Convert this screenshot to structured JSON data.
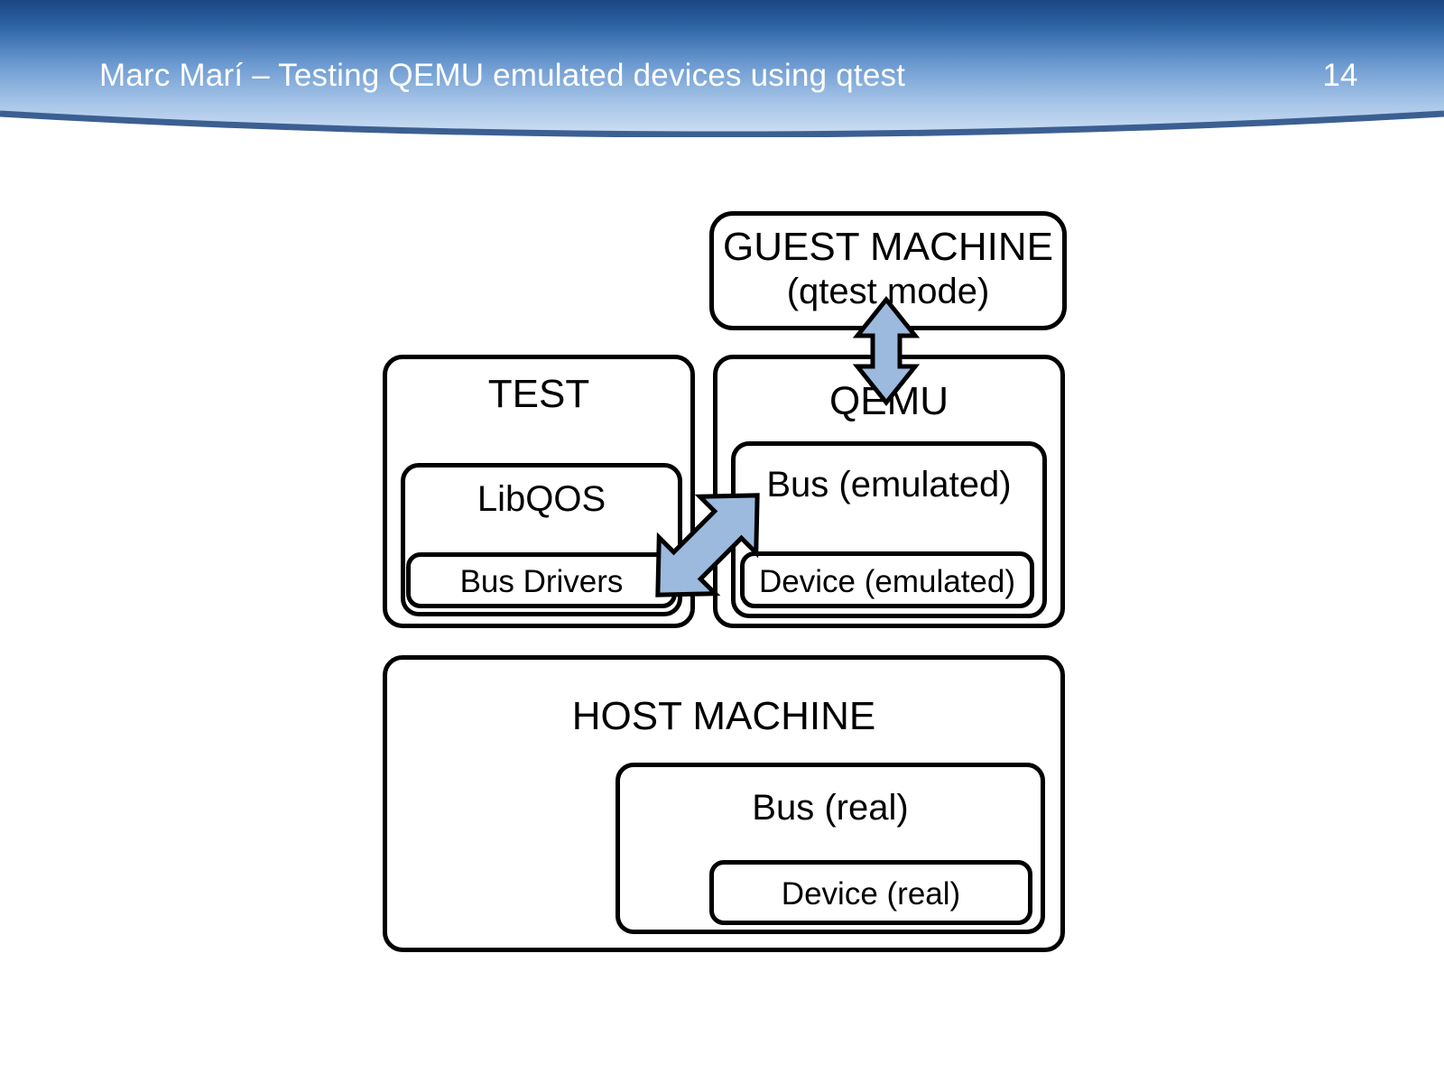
{
  "slide": {
    "header": {
      "title": "Marc Marí – Testing QEMU emulated devices using qtest",
      "page_number": "14",
      "gradient_top_color": "#1F4E8C",
      "gradient_bottom_color": "#D9E6F7",
      "curve_stroke_color": "#3C5F92",
      "text_color": "#FFFFFF"
    },
    "diagram": {
      "arrow_fill_color": "#9CB9DE",
      "arrow_stroke_color": "#000000",
      "box_stroke_color": "#000000",
      "box_fill_color": "#FFFFFF",
      "boxes": {
        "guest": {
          "label": "GUEST MACHINE",
          "sublabel": "(qtest mode)"
        },
        "test": {
          "label": "TEST"
        },
        "libqos": {
          "label": "LibQOS"
        },
        "bus_drivers": {
          "label": "Bus Drivers"
        },
        "qemu": {
          "label": "QEMU"
        },
        "bus_emulated": {
          "label": "Bus (emulated)"
        },
        "device_emulated": {
          "label": "Device (emulated)"
        },
        "host": {
          "label": "HOST MACHINE"
        },
        "bus_real": {
          "label": "Bus (real)"
        },
        "device_real": {
          "label": "Device (real)"
        }
      },
      "connectors": [
        {
          "name": "guest-qemu-arrow",
          "kind": "double-headed-vertical",
          "from": "GUEST MACHINE",
          "to": "QEMU"
        },
        {
          "name": "test-qemu-arrow",
          "kind": "double-headed-diagonal",
          "from": "Bus Drivers",
          "to": "Bus (emulated)"
        }
      ]
    }
  }
}
